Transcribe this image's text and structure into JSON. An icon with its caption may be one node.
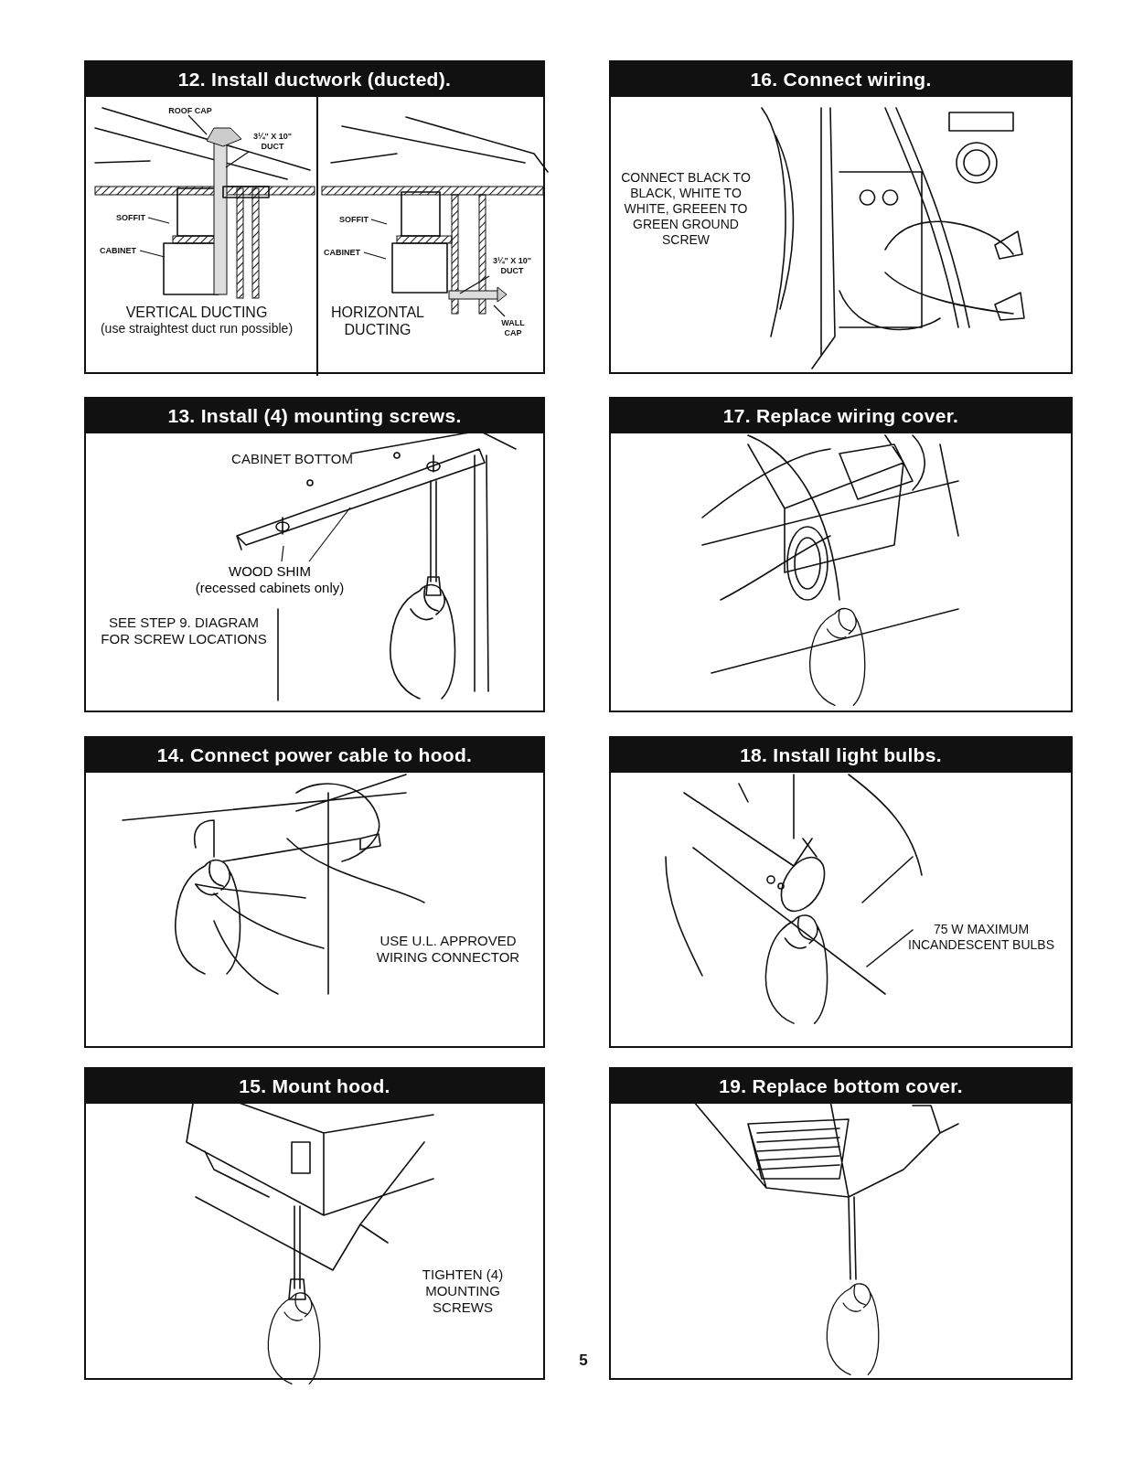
{
  "diagram": {
    "nodes": [
      {
        "text": [
          "12. Install ductwork (ducted)."
        ]
      },
      {
        "text": [
          "ROOF CAP"
        ],
        "in": 0
      },
      {
        "text": [
          "3¼\" X 10\" DUCT"
        ],
        "in": 0
      },
      {
        "text": [
          "SOFFIT"
        ],
        "in": 0
      },
      {
        "text": [
          "CABINET"
        ],
        "in": 0
      },
      {
        "text": [
          "SOFFIT"
        ],
        "in": 0
      },
      {
        "text": [
          "CABINET"
        ],
        "in": 0
      },
      {
        "text": [
          "3¼\" X 10\" DUCT"
        ],
        "in": 0
      },
      {
        "text": [
          "WALL CAP"
        ],
        "in": 0
      },
      {
        "text": [
          "16. Connect wiring."
        ]
      },
      {
        "text": [
          "13. Install (4) mounting screws."
        ]
      },
      {
        "text": [
          "WOOD SHIM",
          "(recessed cabinets only)"
        ],
        "in": 10
      },
      {
        "text": [
          "17. Replace wiring cover."
        ]
      },
      {
        "text": [
          "14. Connect power cable to hood."
        ]
      },
      {
        "text": [
          "18. Install light bulbs."
        ]
      },
      {
        "text": [
          "15. Mount hood."
        ]
      },
      {
        "text": [
          "19. Replace bottom cover."
        ]
      }
    ],
    "edges": [
      {
        "from": 1,
        "to": null,
        "arrow": "none"
      },
      {
        "from": 2,
        "to": null,
        "arrow": "none"
      },
      {
        "from": 3,
        "to": null,
        "arrow": "none"
      },
      {
        "from": 4,
        "to": null,
        "arrow": "none"
      },
      {
        "from": 5,
        "to": null,
        "arrow": "none"
      },
      {
        "from": 6,
        "to": null,
        "arrow": "none"
      },
      {
        "from": 7,
        "to": null,
        "arrow": "none"
      },
      {
        "from": 8,
        "to": null,
        "arrow": "none"
      },
      {
        "from": 11,
        "to": null,
        "arrow": "none"
      },
      {
        "from": 11,
        "to": null,
        "arrow": "none"
      }
    ],
    "labels": [
      "VERTICAL DUCTING",
      "(use straightest duct run possible)",
      "HORIZONTAL DUCTING",
      "CONNECT BLACK TO BLACK, WHITE TO WHITE, GREEEN TO GREEN GROUND SCREW",
      "CABINET BOTTOM",
      "SEE STEP 9. DIAGRAM FOR SCREW LOCATIONS",
      "USE U.L. APPROVED WIRING CONNECTOR",
      "75 W MAXIMUM INCANDESCENT BULBS",
      "TIGHTEN (4) MOUNTING SCREWS",
      "5"
    ]
  }
}
